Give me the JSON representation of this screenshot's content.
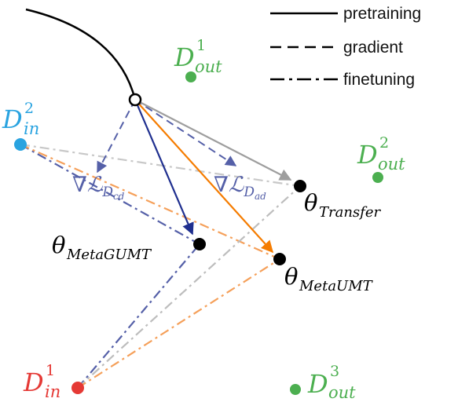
{
  "legend": {
    "pretraining": "pretraining",
    "gradient": "gradient",
    "finetuning": "finetuning"
  },
  "labels": {
    "d_out_1": {
      "base": "D",
      "sup": "1",
      "sub": "out"
    },
    "d_out_2": {
      "base": "D",
      "sup": "2",
      "sub": "out"
    },
    "d_out_3": {
      "base": "D",
      "sup": "3",
      "sub": "out"
    },
    "d_in_1": {
      "base": "D",
      "sup": "1",
      "sub": "in"
    },
    "d_in_2": {
      "base": "D",
      "sup": "2",
      "sub": "in"
    },
    "theta_transfer": {
      "base": "θ",
      "sub": "Transfer"
    },
    "theta_metaumt": {
      "base": "θ",
      "sub": "MetaUMT"
    },
    "theta_metagumt": {
      "base": "θ",
      "sub": "MetaGUMT"
    },
    "grad_cd": {
      "nabla": "∇",
      "L": "ℒ",
      "sub": "D",
      "subsub": "cd"
    },
    "grad_ad": {
      "nabla": "∇",
      "L": "ℒ",
      "sub": "D",
      "subsub": "ad"
    }
  },
  "colors": {
    "d_out": "#4caf50",
    "d_in_1": "#e53935",
    "d_in_2": "#29a3e0",
    "orange": "#f57c00",
    "orange_light": "#f5a05a",
    "navy": "#1f2f8f",
    "navy_light": "#5560a8",
    "gray": "#9e9e9e",
    "black": "#000000"
  }
}
